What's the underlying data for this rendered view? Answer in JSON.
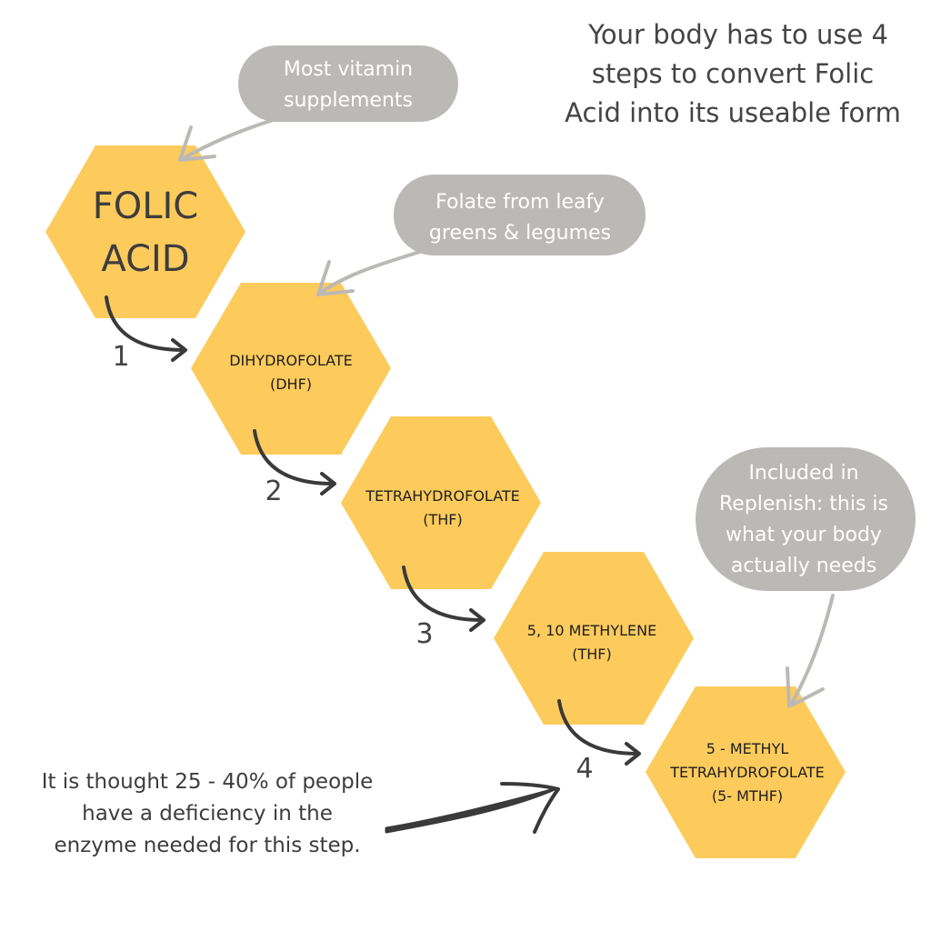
{
  "title": [
    "Your body has to use 4",
    "steps to convert Folic",
    "Acid into its useable form"
  ],
  "hexagons": [
    {
      "lines": [
        "FOLIC",
        "ACID"
      ]
    },
    {
      "lines": [
        "DIHYDROFOLATE",
        "(DHF)"
      ]
    },
    {
      "lines": [
        "TETRAHYDROFOLATE",
        "(THF)"
      ]
    },
    {
      "lines": [
        "5, 10 METHYLENE",
        "(THF)"
      ]
    },
    {
      "lines": [
        "5 - METHYL",
        "TETRAHYDROFOLATE",
        "(5- MTHF)"
      ]
    }
  ],
  "steps": [
    "1",
    "2",
    "3",
    "4"
  ],
  "bubbles": [
    {
      "lines": [
        "Most vitamin",
        "supplements"
      ]
    },
    {
      "lines": [
        "Folate from leafy",
        "greens & legumes"
      ]
    },
    {
      "lines": [
        "Included in",
        "Replenish: this is",
        "what your body",
        "actually needs"
      ]
    }
  ],
  "note": [
    "It is thought 25 - 40% of people",
    "have a deficiency in the",
    "enzyme needed for this step."
  ],
  "colors": {
    "hexagon": "#FDCB5C",
    "bubble": "#BAB9B6",
    "arrow": "#3a3a3a"
  }
}
